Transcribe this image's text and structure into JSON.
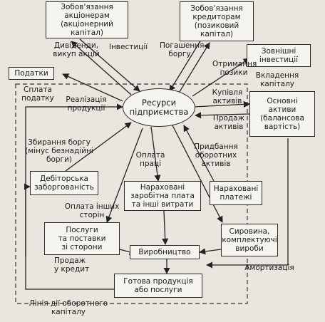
{
  "nodes": {
    "shareholders": "Зобов'язання\nакціонерам\n(акціонерний\nкапітал)",
    "creditors": "Зобов'язання\nкредиторам\n(позиковий\nкапітал)",
    "taxes": "Податки",
    "external_investments": "Зовнішні\nінвестиції",
    "resources": "Ресурси\nпідприємства",
    "fixed_assets": "Основні\nактиви\n(балансова\nвартість)",
    "receivables": "Дебіторська\nзаборгованість",
    "accrued_wages": "Нараховані\nзаробітна плата\nта інші витрати",
    "accrued_payments": "Нараховані\nплатежі",
    "services": "Послуги\nта поставки\nзі сторони",
    "materials": "Сировина,\nкомплектуючі\nвироби",
    "production": "Виробництво",
    "finished_goods": "Готова продукція\nабо послуги"
  },
  "labels": {
    "dividends": "Дивіденди,\nвикуп акцій",
    "investments": "Інвестиції",
    "debt_repayment": "Погашення\nборгу",
    "loans": "Отримання\nпозики",
    "capital_investment": "Вкладення\nкапіталу",
    "tax_payment": "Сплата\nподатку",
    "sales": "Реалізація\nпродукції",
    "asset_purchase": "Купівля\nактивів",
    "asset_sale": "Продаж\nактивів",
    "debt_collection": "Збирання боргу\n(мінус безнадійні\nборги)",
    "labor_payment": "Оплата\nпраці",
    "current_assets_purchase": "Придбання\nоборотних\nактивів",
    "other_payments": "Оплата інших\nсторін",
    "credit_sales": "Продаж\nу кредит",
    "depreciation": "Амортизація",
    "working_capital_line": "Лінія дії оборотного\nкапіталу"
  }
}
